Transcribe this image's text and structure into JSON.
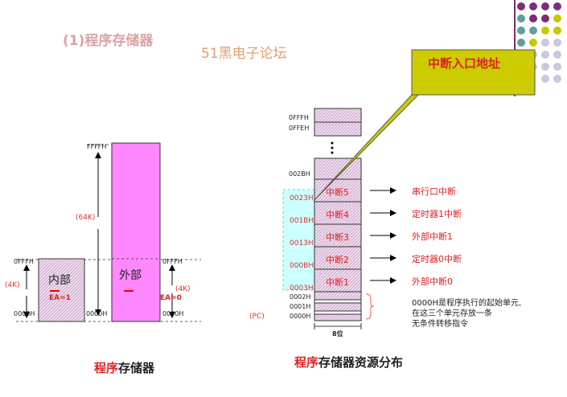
{
  "title": "(1)程序存储器",
  "watermark": "51黑电子论坛",
  "callout": "中断入口地址",
  "left_diagram": {
    "addr_ffff_top": "FFFFH",
    "label_64k": "(64K)",
    "addr_0fff_left": "0FFFH",
    "addr_0000_left": "0000H",
    "label_4k_left": "(4K)",
    "internal_label": "内部",
    "ea1": "EA=1",
    "external_label": "外部",
    "addr_0000_mid": "0000H",
    "addr_0fff_right": "0FFFH",
    "label_4k_right": "(4K)",
    "ea0": "EA=0",
    "addr_0000_right": "0000H",
    "caption_red": "程序",
    "caption_dark": "存储器"
  },
  "right_diagram": {
    "addr_0ffff": "0FFFH",
    "addr_0ffe": "0FFEH",
    "addr_002b": "002BH",
    "addr_0023": "0023H",
    "addr_001b": "001BH",
    "addr_0013": "0013H",
    "addr_000b": "000BH",
    "addr_0003": "0003H",
    "addr_0002": "0002H",
    "addr_0001": "0001H",
    "addr_0000": "0000H",
    "pc_label": "(PC)",
    "width_label": "8位",
    "vectors": [
      {
        "cell": "中断5",
        "target": "串行口中断"
      },
      {
        "cell": "中断4",
        "target": "定时器1中断"
      },
      {
        "cell": "中断3",
        "target": "外部中断1"
      },
      {
        "cell": "中断2",
        "target": "定时器0中断"
      },
      {
        "cell": "中断1",
        "target": "外部中断0"
      }
    ],
    "note_lines": [
      "0000H是程序执行的起始单元,",
      "在这三个单元存放一条",
      "无条件转移指令"
    ],
    "caption_red": "程序",
    "caption_dark": "存储器资源分布"
  },
  "colors": {
    "pink": "#ff88ff",
    "cell_fill": "#ead0e8",
    "callout_fill": "#cccc00",
    "cyan": "#ccffff",
    "dot_purple": "#7a2e7a",
    "dot_teal": "#5f9f9f",
    "dot_yellow": "#c8c800",
    "dot_lavender": "#c8c8e0"
  }
}
